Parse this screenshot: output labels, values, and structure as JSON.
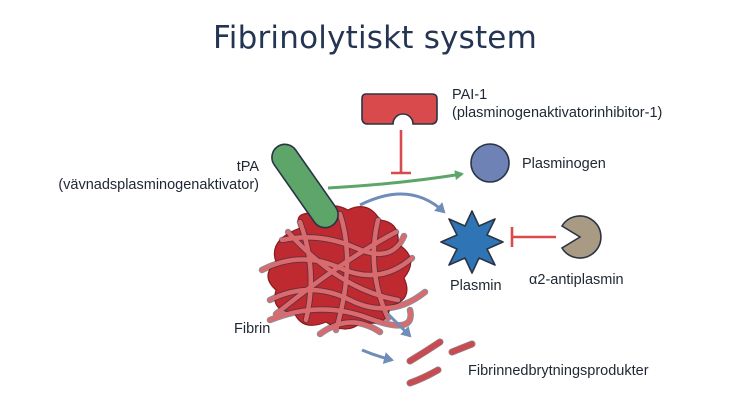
{
  "title": "Fibrinolytiskt system",
  "labels": {
    "pai1_line1": "PAI-1",
    "pai1_line2": "(plasminogenaktivatorinhibitor-1)",
    "tpa_line1": "tPA",
    "tpa_line2": "(vävnadsplasminogenaktivator)",
    "plasminogen": "Plasminogen",
    "plasmin": "Plasmin",
    "antiplasmin": "α2-antiplasmin",
    "fibrin": "Fibrin",
    "products": "Fibrinnedbrytningsprodukter"
  },
  "colors": {
    "title": "#243553",
    "inhibitor_red": "#d94a4d",
    "tpa_green": "#5ea56a",
    "plasminogen_blue": "#6e82b5",
    "plasmin_blue": "#2f74b5",
    "antiplasmin_tan": "#a99a84",
    "fibrin_red": "#b5252c",
    "arrow_blue": "#6f8db8",
    "outline": "#2b3444"
  }
}
